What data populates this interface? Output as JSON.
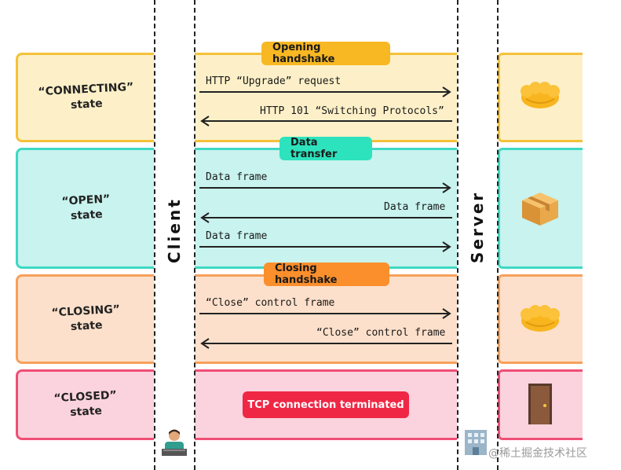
{
  "participants": {
    "client_label": "Client",
    "server_label": "Server"
  },
  "rows": [
    {
      "state_label": "“CONNECTING” state",
      "state_line1": "“CONNECTING”",
      "state_line2": "state",
      "phase": "Opening handshake",
      "messages": [
        {
          "text": "HTTP “Upgrade” request",
          "direction": "client-to-server"
        },
        {
          "text": "HTTP 101 “Switching Protocols”",
          "direction": "server-to-client"
        }
      ],
      "icon": "handshake-icon",
      "colors": {
        "fill": "#fdf0c8",
        "border": "#f5c13a",
        "pill": "#f8b823"
      }
    },
    {
      "state_label": "“OPEN” state",
      "state_line1": "“OPEN”",
      "state_line2": "state",
      "phase": "Data transfer",
      "messages": [
        {
          "text": "Data frame",
          "direction": "client-to-server"
        },
        {
          "text": "Data frame",
          "direction": "server-to-client"
        },
        {
          "text": "Data frame",
          "direction": "client-to-server"
        }
      ],
      "icon": "package-icon",
      "colors": {
        "fill": "#c8f3ee",
        "border": "#3ed8c3",
        "pill": "#2de3bd"
      }
    },
    {
      "state_label": "“CLOSING” state",
      "state_line1": "“CLOSING”",
      "state_line2": "state",
      "phase": "Closing handshake",
      "messages": [
        {
          "text": "“Close” control frame",
          "direction": "client-to-server"
        },
        {
          "text": "“Close” control frame",
          "direction": "server-to-client"
        }
      ],
      "icon": "handshake-icon",
      "colors": {
        "fill": "#fde0cb",
        "border": "#f7a05b",
        "pill": "#fb8f2c"
      }
    },
    {
      "state_label": "“CLOSED” state",
      "state_line1": "“CLOSED”",
      "state_line2": "state",
      "phase": "TCP connection terminated",
      "messages": [],
      "icon": "door-icon",
      "colors": {
        "fill": "#fbd3de",
        "border": "#ef4f76",
        "pill": "#ef2745"
      }
    }
  ],
  "client_avatar": "person-at-laptop-icon",
  "server_avatar": "office-building-icon",
  "watermark": "@稀土掘金技术社区"
}
